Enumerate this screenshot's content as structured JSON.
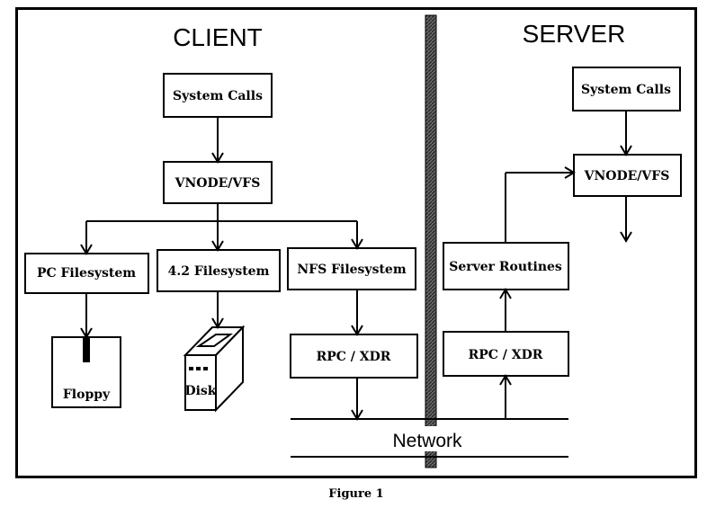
{
  "headers": {
    "client": "CLIENT",
    "server": "SERVER"
  },
  "client": {
    "system_calls": "System Calls",
    "vnode_vfs": "VNODE/VFS",
    "pc_filesystem": "PC Filesystem",
    "fs42": "4.2 Filesystem",
    "nfs_filesystem": "NFS Filesystem",
    "rpc_xdr": "RPC / XDR",
    "floppy": "Floppy",
    "disk": "Disk"
  },
  "server": {
    "system_calls": "System Calls",
    "vnode_vfs": "VNODE/VFS",
    "server_routines": "Server Routines",
    "rpc_xdr": "RPC / XDR"
  },
  "network": "Network",
  "caption": "Figure 1"
}
